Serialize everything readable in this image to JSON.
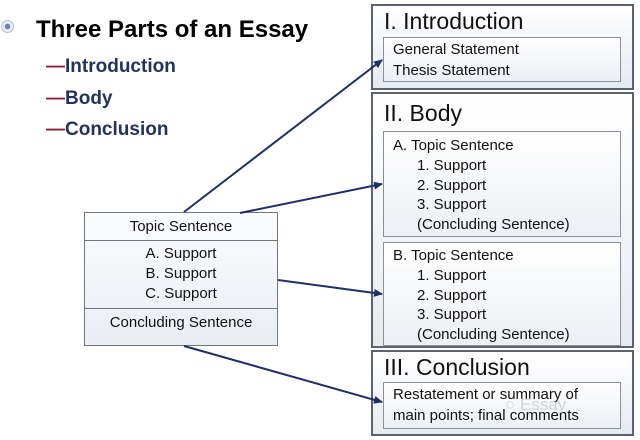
{
  "title": "Three Parts of an Essay",
  "outline": [
    {
      "dash": "—",
      "label": "Introduction"
    },
    {
      "dash": "—",
      "label": "Body"
    },
    {
      "dash": "—",
      "label": "Conclusion"
    }
  ],
  "essay_model": {
    "topic": "Topic Sentence",
    "supports": [
      "A. Support",
      "B. Support",
      "C. Support"
    ],
    "concluding": "Concluding Sentence"
  },
  "introduction": {
    "heading": "I. Introduction",
    "lines": [
      "General Statement",
      "Thesis Statement"
    ]
  },
  "body": {
    "heading": "II. Body",
    "paragraphs": [
      {
        "topic": "A.  Topic Sentence",
        "supports": [
          "1. Support",
          "2. Support",
          "3. Support"
        ],
        "concluding": "(Concluding Sentence)"
      },
      {
        "topic": "B.  Topic Sentence",
        "supports": [
          "1. Support",
          "2. Support",
          "3. Support"
        ],
        "concluding": "(Concluding Sentence)"
      }
    ]
  },
  "conclusion": {
    "heading": "III. Conclusion",
    "lines": [
      "Restatement or summary of",
      "main points; final comments"
    ]
  },
  "watermark": "Essay",
  "colors": {
    "dash": "#8b2233",
    "outline_text": "#22335f",
    "arrow": "#1f2f66",
    "border": "#5b6270"
  }
}
